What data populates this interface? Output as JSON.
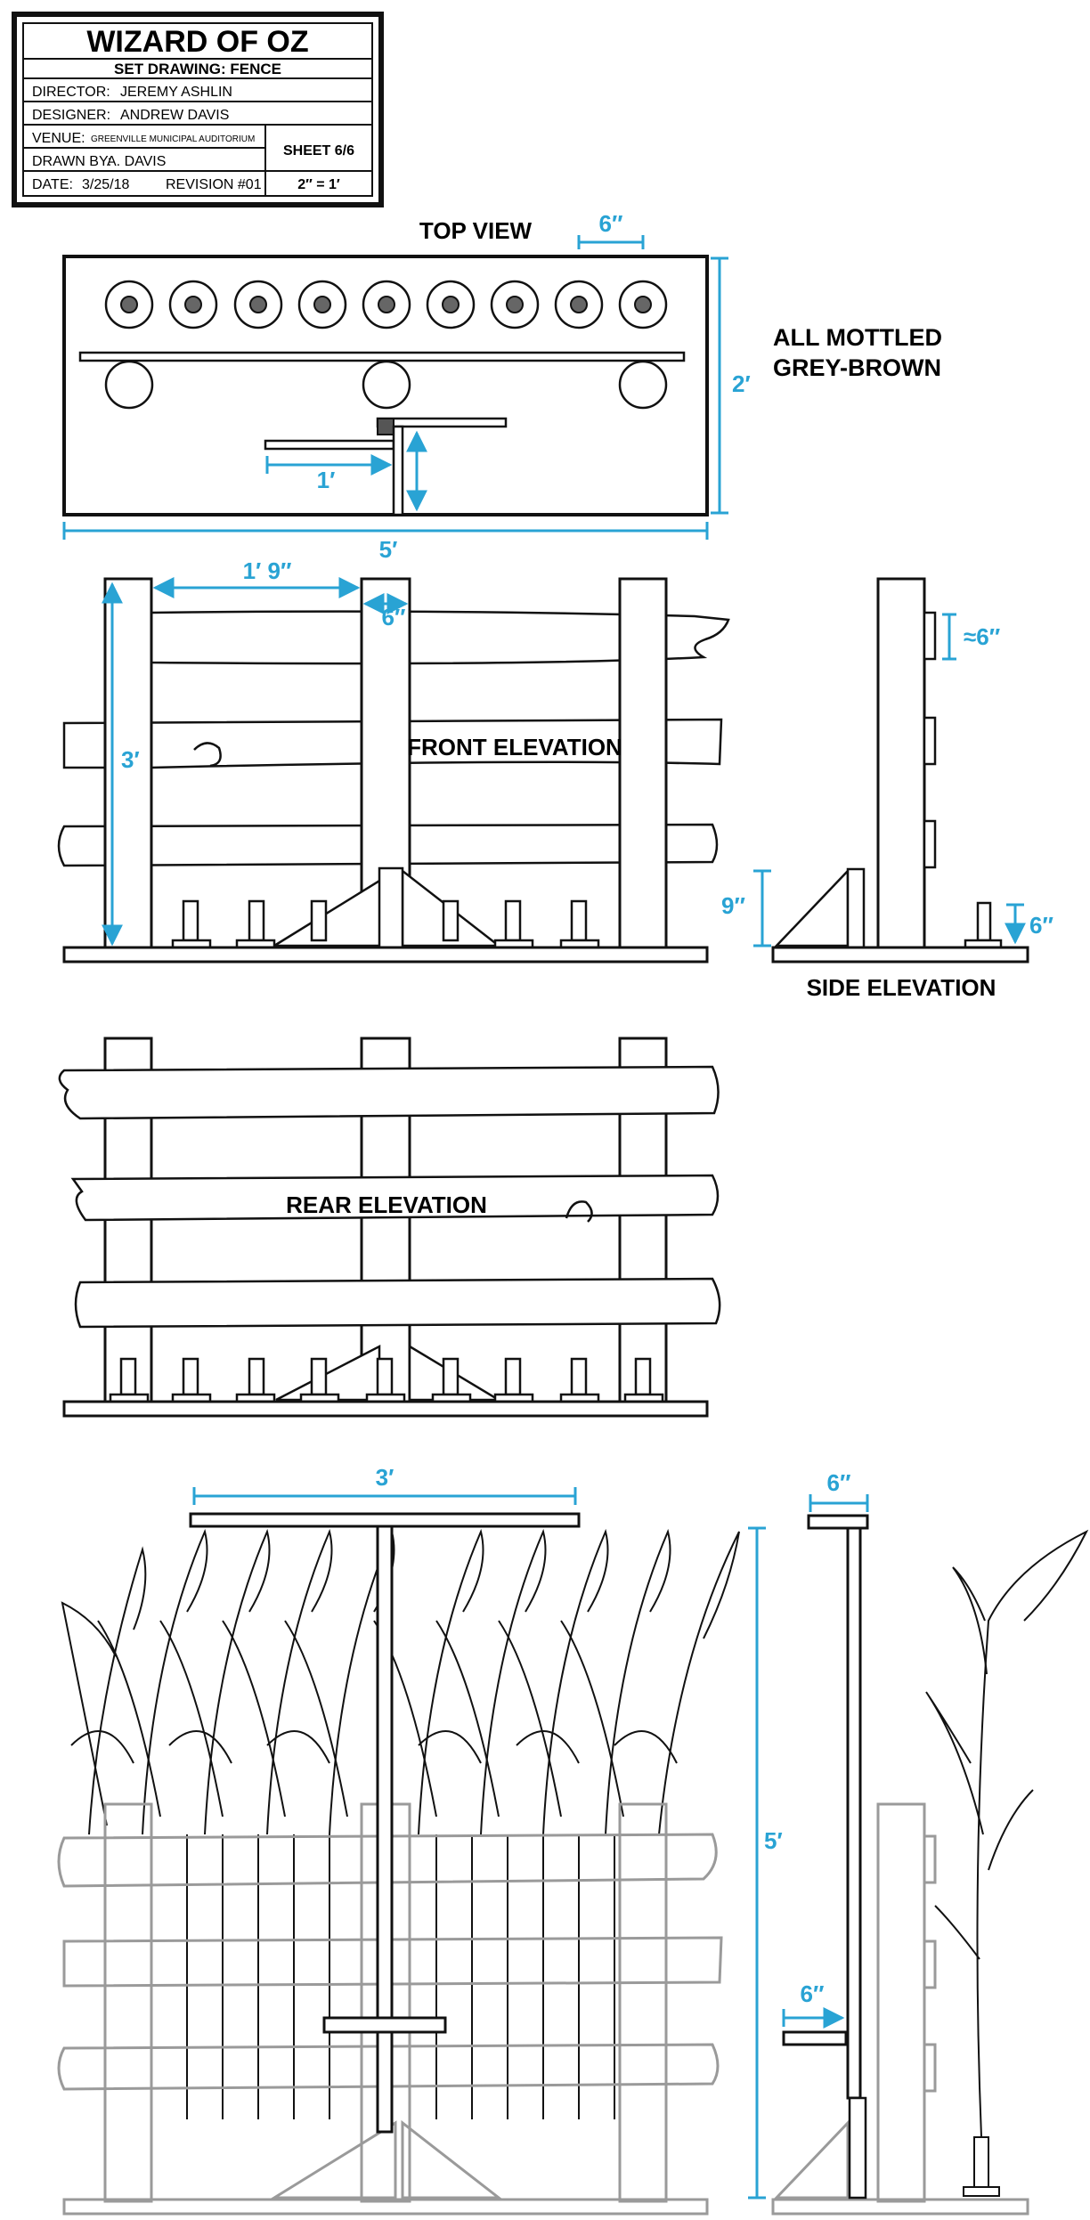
{
  "title_block": {
    "title": "WIZARD OF OZ",
    "subtitle": "SET DRAWING: FENCE",
    "director_label": "DIRECTOR:",
    "director": "JEREMY ASHLIN",
    "designer_label": "DESIGNER:",
    "designer": "ANDREW DAVIS",
    "venue_label": "VENUE:",
    "venue": "GREENVILLE MUNICIPAL AUDITORIUM",
    "drawn_by_label": "DRAWN BY:",
    "drawn_by": "A. DAVIS",
    "date_label": "DATE:",
    "date": "3/25/18",
    "revision": "REVISION #01",
    "sheet": "SHEET  6/6",
    "scale": "2″ = 1′"
  },
  "views": {
    "top": "TOP VIEW",
    "front": "FRONT ELEVATION",
    "side": "SIDE ELEVATION",
    "rear": "REAR ELEVATION"
  },
  "notes": {
    "finish_line1": "ALL MOTTLED",
    "finish_line2": "GREY-BROWN"
  },
  "dimensions": {
    "top_cylinder_dia": "6″",
    "top_depth": "2′",
    "top_brace": "1′",
    "top_width": "5′",
    "post_spacing": "1′ 9″",
    "post_width": "6″",
    "front_height": "3′",
    "rail_thickness": "≈6″",
    "brace_height": "9″",
    "peg_height": "6″",
    "handle_width": "3′",
    "stalk_top": "6″",
    "total_height": "5′",
    "handle_depth": "6″"
  },
  "colors": {
    "line": "#111111",
    "dimension": "#29a3d4",
    "ghost": "#9a9a9a"
  }
}
